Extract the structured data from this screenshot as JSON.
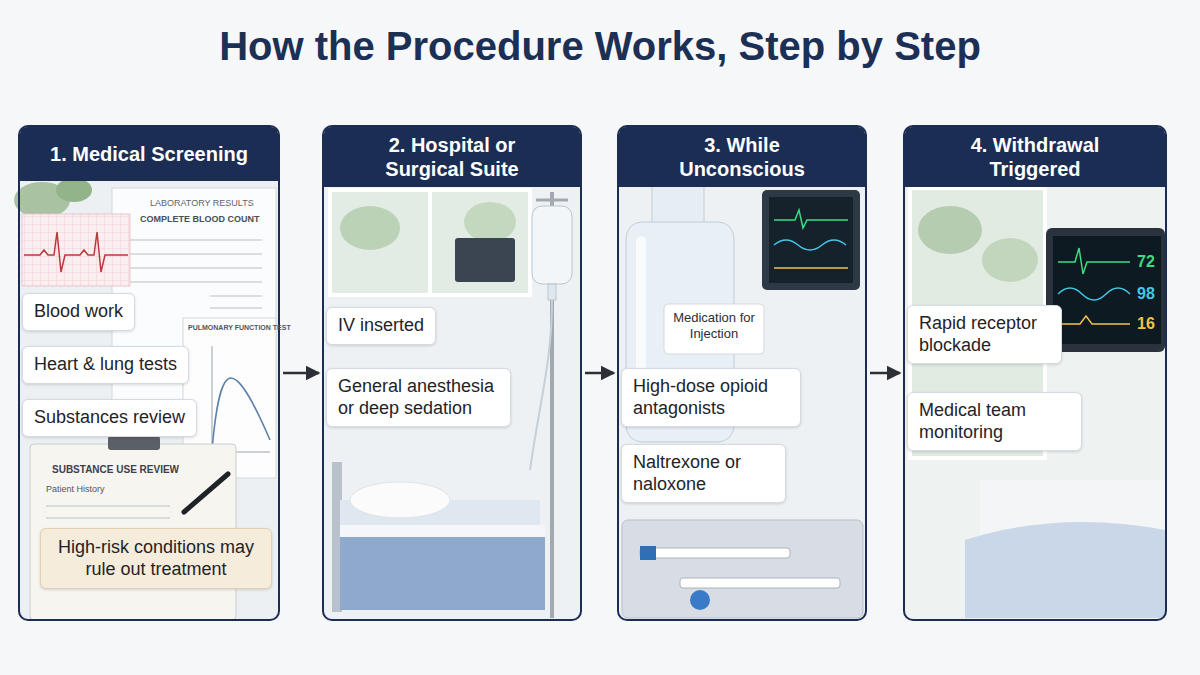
{
  "diagram": {
    "title": "How the Procedure Works, Step by Step",
    "nodes": [
      {
        "text": [
          "1. Medical Screening"
        ]
      },
      {
        "text": [
          "Blood work"
        ],
        "in": 0
      },
      {
        "text": [
          "Heart & lung tests"
        ],
        "in": 0
      },
      {
        "text": [
          "Substances review"
        ],
        "in": 0
      },
      {
        "text": [
          "High-risk conditions may rule out treatment"
        ],
        "in": 0
      },
      {
        "text": [
          "2. Hospital or Surgical Suite"
        ]
      },
      {
        "text": [
          "IV inserted"
        ],
        "in": 5
      },
      {
        "text": [
          "General anesthesia or deep sedation"
        ],
        "in": 5
      },
      {
        "text": [
          "3. While Unconscious"
        ]
      },
      {
        "text": [
          "High-dose opioid antagonists"
        ],
        "in": 8
      },
      {
        "text": [
          "Naltrexone or naloxone"
        ],
        "in": 8
      },
      {
        "text": [
          "4. Withdrawal Triggered"
        ]
      },
      {
        "text": [
          "Rapid receptor blockade"
        ],
        "in": 11
      },
      {
        "text": [
          "Medical team monitoring"
        ],
        "in": 11
      }
    ],
    "edges": [
      {
        "from": 0,
        "to": 5,
        "arrow": "to"
      },
      {
        "from": 5,
        "to": 8,
        "arrow": "to"
      },
      {
        "from": 8,
        "to": 11,
        "arrow": "to"
      }
    ],
    "labels": [
      "LABORATORY RESULTS",
      "COMPLETE BLOOD COUNT",
      "PULMONARY FUNCTION TEST",
      "SUBSTANCE USE REVIEW",
      "Patient History",
      "Medication for Injection",
      "72",
      "98",
      "16"
    ]
  }
}
